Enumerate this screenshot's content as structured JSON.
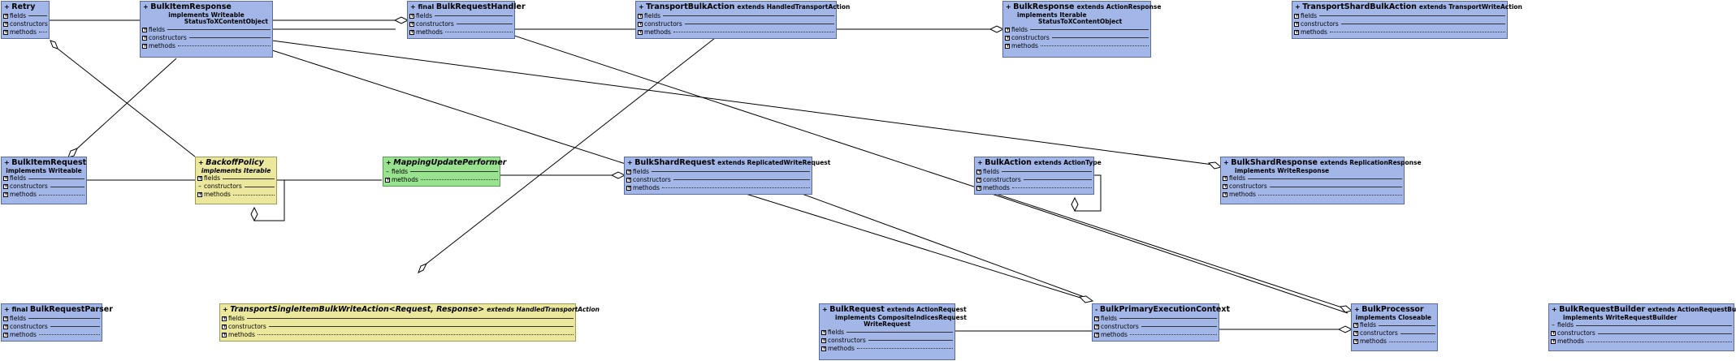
{
  "sections": {
    "fields": "fields",
    "constructors": "constructors",
    "methods": "methods"
  },
  "classes": {
    "retry": {
      "mod": "+",
      "name": "Retry"
    },
    "bulk_item_response": {
      "mod": "+",
      "name": "BulkItemResponse",
      "implements_kw": "implements",
      "implements": "Writeable",
      "implements2": "StatusToXContentObject"
    },
    "bulk_request_handler": {
      "mod": "+ final",
      "name": "BulkRequestHandler"
    },
    "transport_bulk_action": {
      "mod": "+",
      "name": "TransportBulkAction",
      "extends_kw": "extends",
      "extends": "HandledTransportAction"
    },
    "bulk_response": {
      "mod": "+",
      "name": "BulkResponse",
      "extends_kw": "extends",
      "extends": "ActionResponse",
      "implements_kw": "implements",
      "implements": "Iterable",
      "implements2": "StatusToXContentObject"
    },
    "transport_shard_bulk_action": {
      "mod": "+",
      "name": "TransportShardBulkAction",
      "extends_kw": "extends",
      "extends": "TransportWriteAction"
    },
    "bulk_item_request": {
      "mod": "+",
      "name": "BulkItemRequest",
      "implements_kw": "implements",
      "implements": "Writeable"
    },
    "backoff_policy": {
      "mod": "+",
      "name": "BackoffPolicy",
      "implements_kw": "implements",
      "implements": "Iterable"
    },
    "mapping_update_performer": {
      "mod": "+",
      "name": "MappingUpdatePerformer"
    },
    "bulk_shard_request": {
      "mod": "+",
      "name": "BulkShardRequest",
      "extends_kw": "extends",
      "extends": "ReplicatedWriteRequest"
    },
    "bulk_action": {
      "mod": "+",
      "name": "BulkAction",
      "extends_kw": "extends",
      "extends": "ActionType"
    },
    "bulk_shard_response": {
      "mod": "+",
      "name": "BulkShardResponse",
      "extends_kw": "extends",
      "extends": "ReplicationResponse",
      "implements_kw": "implements",
      "implements": "WriteResponse"
    },
    "bulk_request_parser": {
      "mod": "+ final",
      "name": "BulkRequestParser"
    },
    "transport_single_item": {
      "mod": "+",
      "name": "TransportSingleItemBulkWriteAction<Request, Response>",
      "extends_kw": "extends",
      "extends": "HandledTransportAction"
    },
    "bulk_request": {
      "mod": "+",
      "name": "BulkRequest",
      "extends_kw": "extends",
      "extends": "ActionRequest",
      "implements_kw": "implements",
      "implements": "CompositeIndicesRequest",
      "implements2": "WriteRequest"
    },
    "bulk_primary_execution_context": {
      "mod": "-",
      "name": "BulkPrimaryExecutionContext"
    },
    "bulk_processor": {
      "mod": "+",
      "name": "BulkProcessor",
      "implements_kw": "implements",
      "implements": "Closeable"
    },
    "bulk_request_builder": {
      "mod": "+",
      "name": "BulkRequestBuilder",
      "extends_kw": "extends",
      "extends": "ActionRequestBuilder",
      "implements_kw": "implements",
      "implements": "WriteRequestBuilder"
    }
  }
}
